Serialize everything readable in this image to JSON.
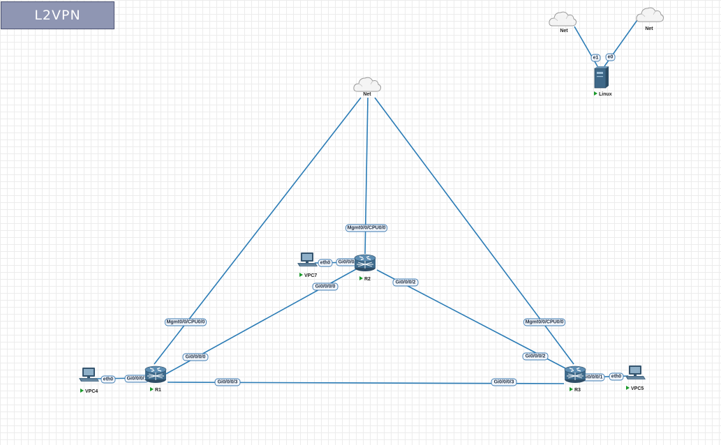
{
  "title": "L2VPN",
  "colors": {
    "link": "#2a7bb5",
    "title_bg": "#8f96b3",
    "run": "#1a9a2a"
  },
  "nodes": {
    "net_top": {
      "name": "Net",
      "icon": "cloud-icon"
    },
    "net_a": {
      "name": "Net",
      "icon": "cloud-icon"
    },
    "net_b": {
      "name": "Net",
      "icon": "cloud-icon"
    },
    "linux": {
      "name": "Linux",
      "icon": "server-icon",
      "running": true
    },
    "r1": {
      "name": "R1",
      "icon": "router-icon",
      "running": true
    },
    "r2": {
      "name": "R2",
      "icon": "router-icon",
      "running": true
    },
    "r3": {
      "name": "R3",
      "icon": "router-icon",
      "running": true
    },
    "vpc4": {
      "name": "VPC4",
      "icon": "pc-icon",
      "running": true
    },
    "vpc5": {
      "name": "VPC5",
      "icon": "pc-icon",
      "running": true
    },
    "vpc7": {
      "name": "VPC7",
      "icon": "pc-icon",
      "running": true
    }
  },
  "labels": {
    "net_r1_mgmt": "Mgmt0/0/CPU0/0",
    "net_r2_mgmt": "Mgmt0/0/CPU0/0",
    "net_r3_mgmt": "Mgmt0/0/CPU0/0",
    "r2_vpc7_port": "Gi0/0/0/1",
    "vpc7_eth": "eth0",
    "r2_r1_port": "Gi0/0/0/0",
    "r1_r2_port": "Gi0/0/0/0",
    "r2_r3_port": "Gi0/0/0/2",
    "r3_r2_port": "Gi0/0/0/2",
    "r1_r3_port": "Gi0/0/0/3",
    "r3_r1_port": "Gi0/0/0/3",
    "r1_vpc4_port": "Gi0/0/0/1",
    "vpc4_eth": "eth0",
    "r3_vpc5_port": "Gi0/0/0/1",
    "vpc5_eth": "eth0",
    "linux_e1": "e1",
    "linux_e0": "e0"
  }
}
